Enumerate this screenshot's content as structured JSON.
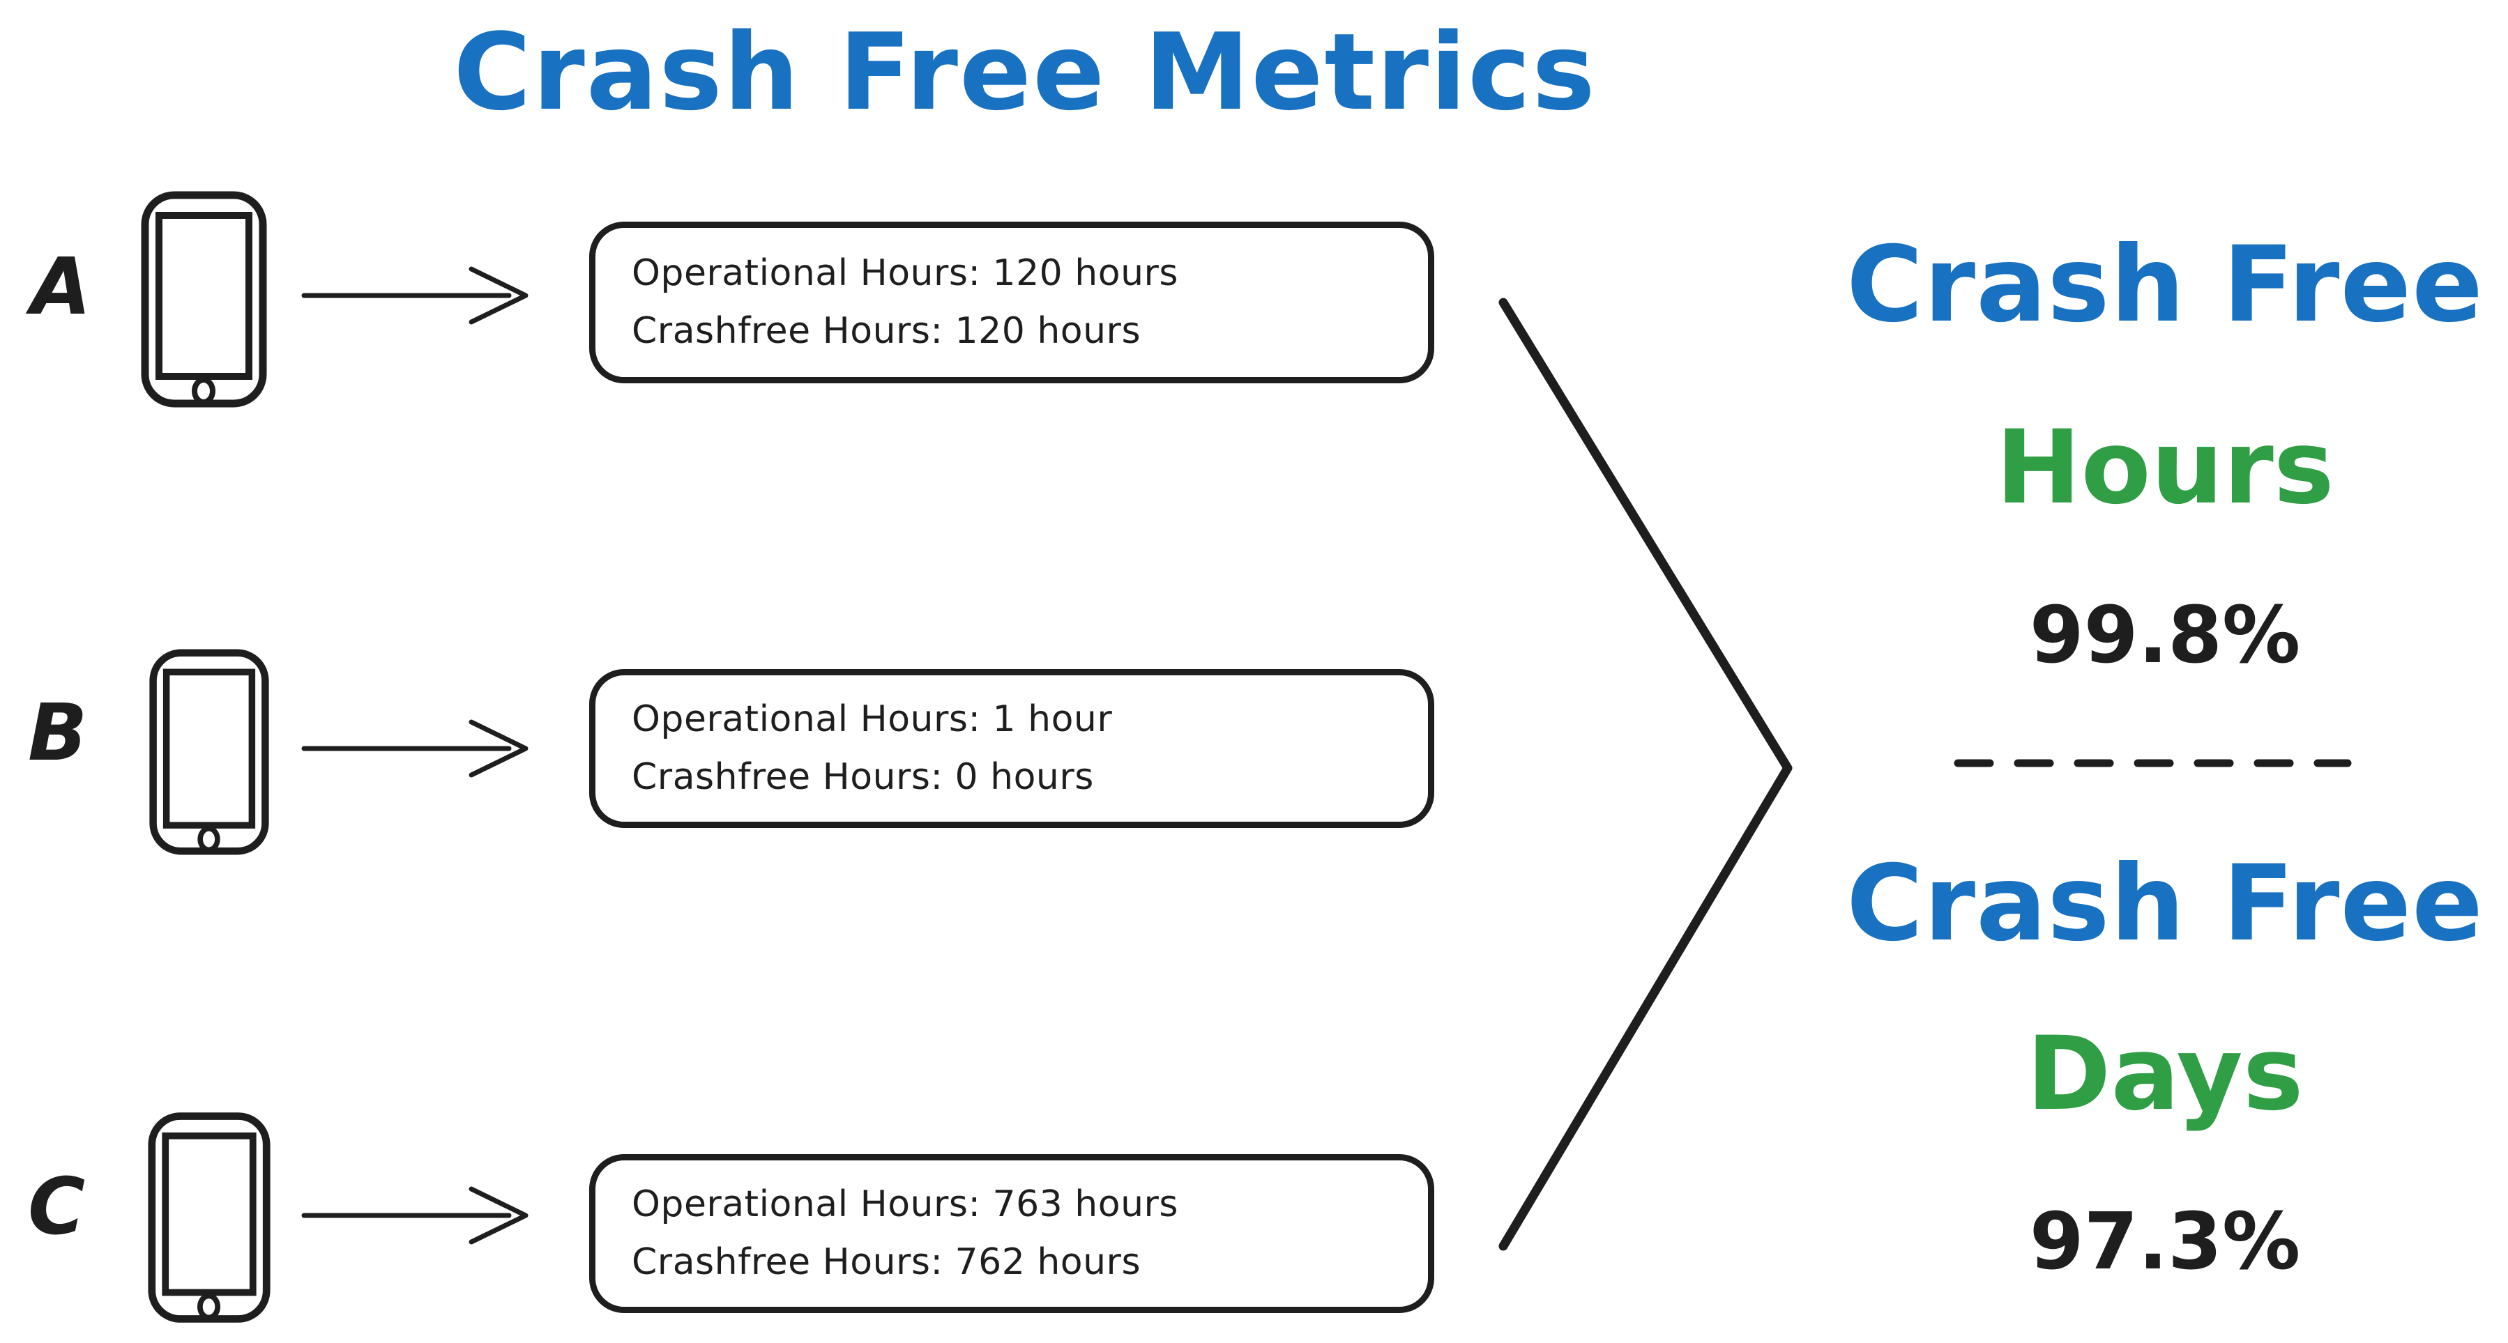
{
  "title": {
    "text": "Crash Free Metrics"
  },
  "colors": {
    "blue": "#1971c2",
    "green": "#2f9e44",
    "ink": "#1e1e1e",
    "background": "#ffffff"
  },
  "devices": [
    {
      "label": "A",
      "lines": [
        "Operational Hours: 120 hours",
        "Crashfree Hours: 120 hours"
      ]
    },
    {
      "label": "B",
      "lines": [
        "Operational Hours: 1 hour",
        "Crashfree Hours: 0 hours"
      ]
    },
    {
      "label": "C",
      "lines": [
        "Operational Hours: 763 hours",
        "Crashfree Hours: 762 hours"
      ]
    }
  ],
  "results": {
    "hours": {
      "prefix": "Crash Free",
      "unit": "Hours",
      "value": "99.8%"
    },
    "days": {
      "prefix": "Crash Free",
      "unit": "Days",
      "value": "97.3%"
    }
  }
}
